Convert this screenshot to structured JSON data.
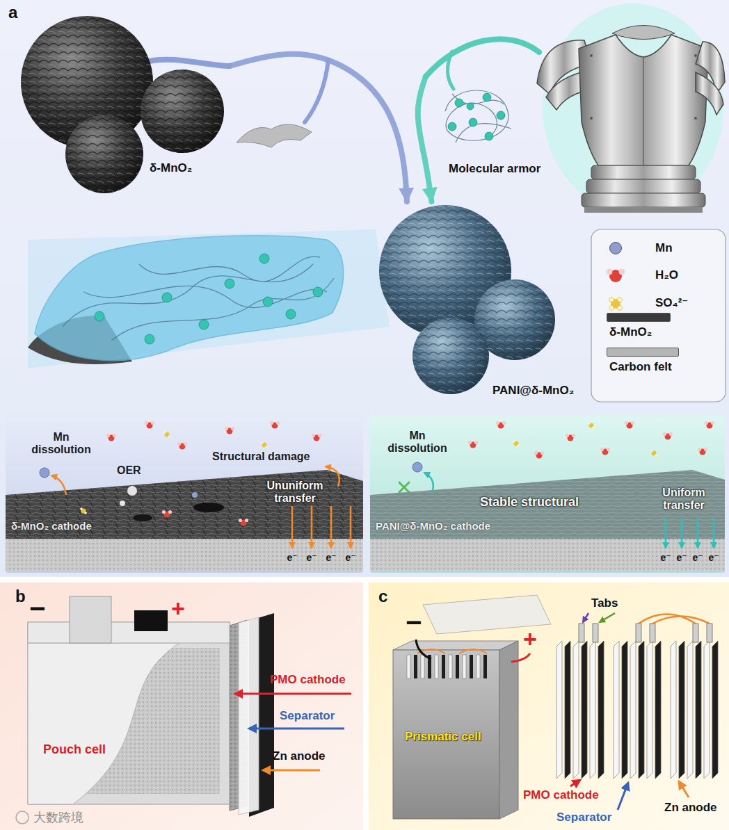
{
  "diagram": {
    "nodes": [
      {
        "text": [
          "a"
        ]
      },
      {
        "text": [
          "δ-MnO₂"
        ],
        "in": 0
      },
      {
        "text": [
          "Molecular armor"
        ],
        "in": 0
      },
      {
        "text": [
          "PANI@δ-MnO₂"
        ],
        "in": 0
      },
      {
        "text": [
          "δ-MnO₂ cathode"
        ],
        "in": 0
      },
      {
        "text": [
          "PANI@δ-MnO₂ cathode"
        ],
        "in": 0
      },
      {
        "text": [
          "b"
        ]
      },
      {
        "text": [
          "c"
        ]
      }
    ],
    "edges": [
      {
        "from": 1,
        "to": 3,
        "arrow": "to"
      },
      {
        "from": 2,
        "to": 3,
        "arrow": "to"
      }
    ],
    "labels": [
      "Mn dissolution",
      "OER",
      "Structural damage",
      "Ununiform transfer",
      "e⁻",
      "e⁻",
      "e⁻",
      "e⁻",
      "Mn dissolution",
      "Stable structural",
      "Uniform transfer",
      "e⁻",
      "e⁻",
      "e⁻",
      "e⁻",
      "−",
      "+",
      "Pouch cell",
      "PMO cathode",
      "Separator",
      "Zn anode",
      "−",
      "+",
      "Prismatic cell",
      "Tabs",
      "PMO cathode",
      "Separator",
      "Zn anode",
      "大数跨境"
    ],
    "legend": [
      {
        "text": "Mn",
        "color": "#8b9fd0"
      },
      {
        "text": "H₂O"
      },
      {
        "text": "SO₄²⁻"
      },
      {
        "text": "δ-MnO₂",
        "color": "#3a3a3a"
      },
      {
        "text": "Carbon felt",
        "color": "#b5b5b5"
      }
    ]
  }
}
